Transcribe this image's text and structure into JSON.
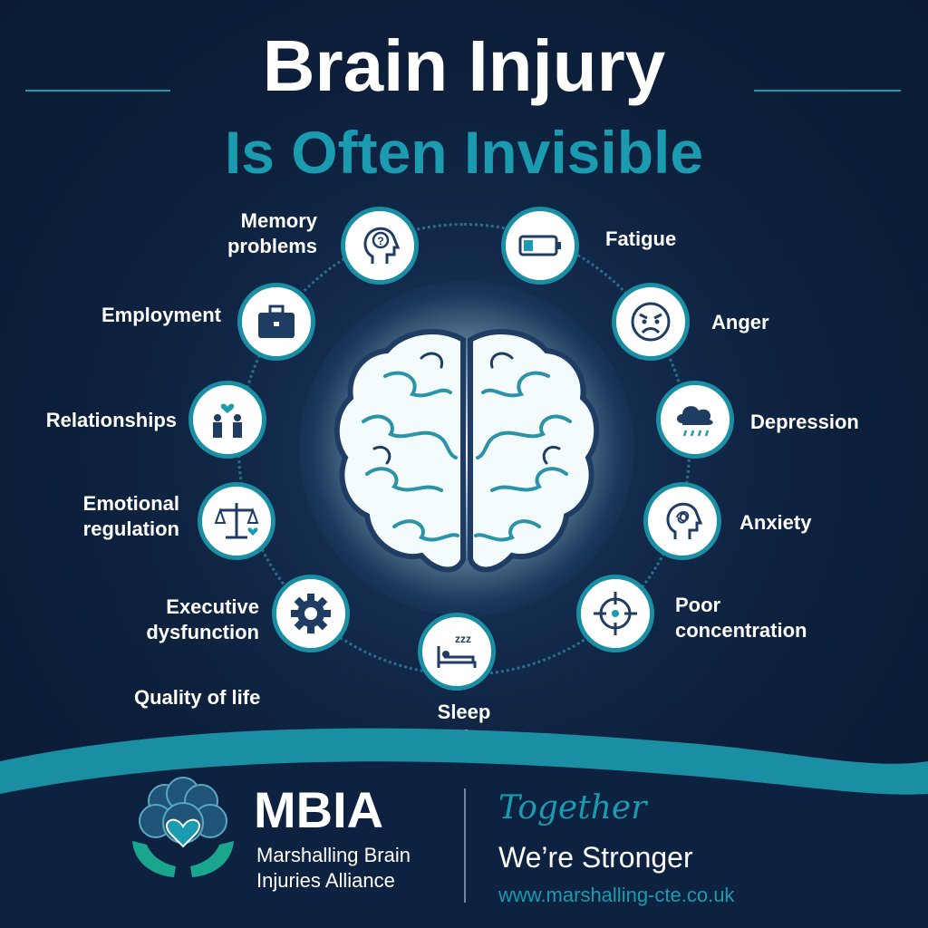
{
  "title": {
    "line1": "Brain Injury",
    "line2": "Is Often Invisible"
  },
  "items": {
    "memory": "Memory\nproblems",
    "fatigue": "Fatigue",
    "employment": "Employment",
    "anger": "Anger",
    "relationships": "Relationships",
    "depression": "Depression",
    "emotional": "Emotional\nregulation",
    "anxiety": "Anxiety",
    "executive": "Executive\ndysfunction",
    "concentration": "Poor\nconcentration",
    "quality": "Quality of life",
    "sleep": "Sleep\nproblems"
  },
  "footer": {
    "brand": "MBIA",
    "org_name": "Marshalling Brain\nInjuries Alliance",
    "tagline_script": "Together",
    "tagline": "We’re Stronger",
    "url": "www.marshalling-cte.co.uk"
  },
  "colors": {
    "background": "#0d2240",
    "accent": "#1a9bb0",
    "text": "#ffffff"
  }
}
